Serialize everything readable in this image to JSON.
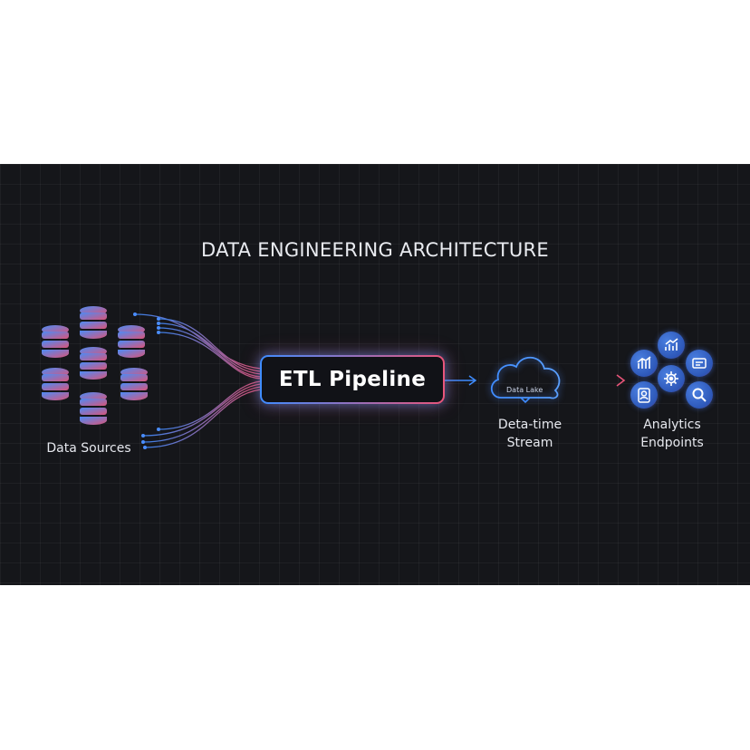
{
  "title": "DATA ENGINEERING ARCHITECTURE",
  "sources": {
    "label": "Data Sources",
    "icon": "database-icon"
  },
  "pipeline": {
    "label": "ETL Pipeline"
  },
  "stream": {
    "cloud_label": "Data Lake",
    "label_line1": "Deta-time",
    "label_line2": "Stream",
    "icon": "cloud-icon"
  },
  "analytics": {
    "label_line1": "Analytics",
    "label_line2": "Endpoints",
    "icons": [
      "bar-chart-icon",
      "trend-chart-icon",
      "card-icon",
      "gear-icon",
      "user-badge-icon",
      "search-icon"
    ]
  },
  "colors": {
    "background": "#15161a",
    "accent_blue": "#3f8cff",
    "accent_pink": "#e9557a",
    "text": "#e9ebf0"
  }
}
